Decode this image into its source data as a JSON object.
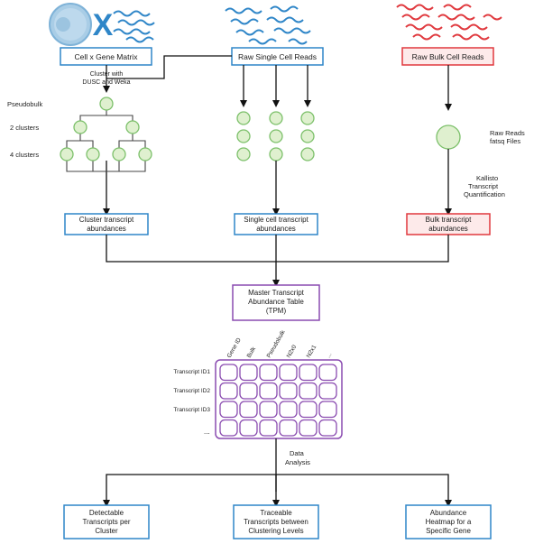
{
  "boxes": {
    "cell_gene_matrix": "Cell x Gene Matrix",
    "raw_single": "Raw Single Cell Reads",
    "raw_bulk": "Raw Bulk Cell Reads",
    "cluster_abund_1": "Cluster transcript",
    "cluster_abund_2": "abundances",
    "sc_abund_1": "Single cell transcript",
    "sc_abund_2": "abundances",
    "bulk_abund_1": "Bulk transcript",
    "bulk_abund_2": "abundances",
    "master_1": "Master Transcript",
    "master_2": "Abundance Table",
    "master_3": "(TPM)",
    "out1_1": "Detectable",
    "out1_2": "Transcripts per",
    "out1_3": "Cluster",
    "out2_1": "Traceable",
    "out2_2": "Transcripts between",
    "out2_3": "Clustering Levels",
    "out3_1": "Abundance",
    "out3_2": "Heatmap for a",
    "out3_3": "Specific Gene"
  },
  "labels": {
    "cluster_with_1": "Cluster with",
    "cluster_with_2": "DUSC and Weka",
    "pseudobulk": "Pseudobulk",
    "two_clusters": "2 clusters",
    "four_clusters": "4 clusters",
    "raw_reads_1": "Raw Reads",
    "raw_reads_2": "fatsq Files",
    "kallisto_1": "Kallisto",
    "kallisto_2": "Transcript",
    "kallisto_3": "Quantification",
    "data_analysis_1": "Data",
    "data_analysis_2": "Analysis",
    "x_mark": "X"
  },
  "table": {
    "columns": [
      "Gene ID",
      "Bulk",
      "Pseudobulk",
      "N2x0",
      "N2x1",
      "..."
    ],
    "rows": [
      "Transcript ID1",
      "Transcript ID2",
      "Transcript ID3",
      "..."
    ]
  },
  "colors": {
    "blue": "#2f86c8",
    "red": "#e0393e",
    "purple": "#8a4bb0",
    "green_fill": "#dff0cf",
    "green_stroke": "#7cc06a"
  }
}
